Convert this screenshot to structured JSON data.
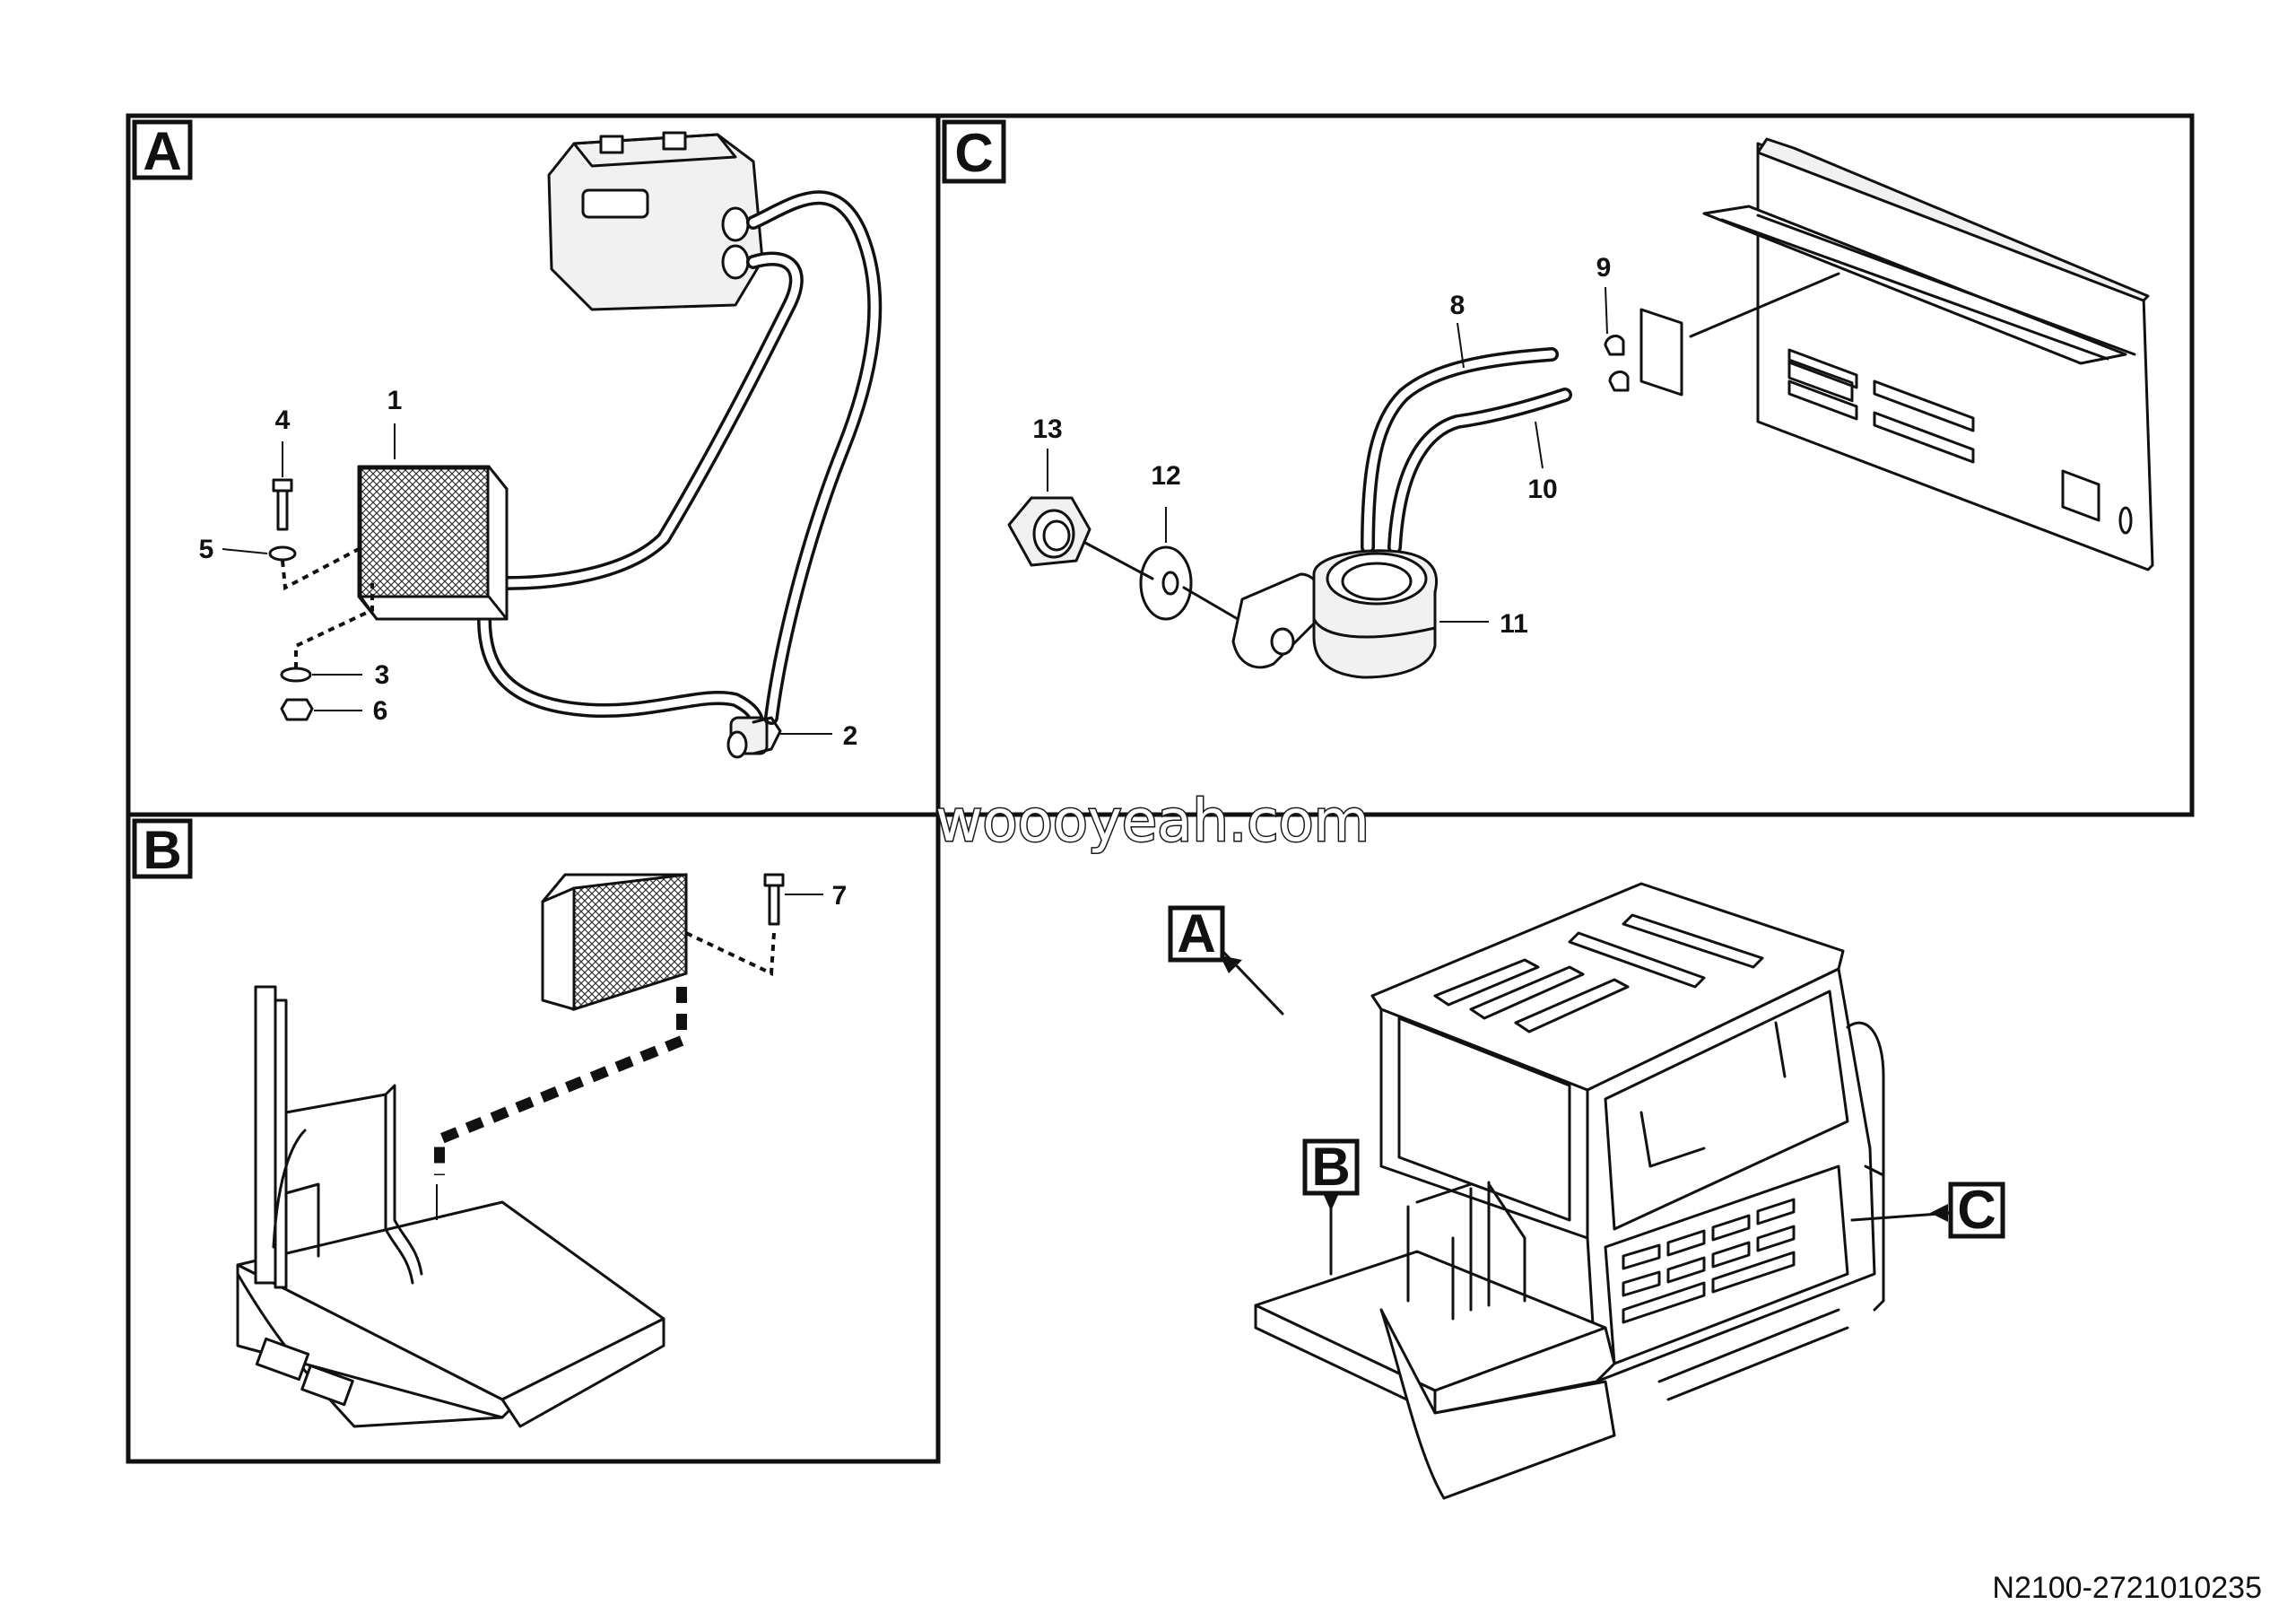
{
  "panels": {
    "A": {
      "letter": "A"
    },
    "B": {
      "letter": "B"
    },
    "C": {
      "letter": "C"
    }
  },
  "overview": {
    "label_a": "A",
    "label_b": "B",
    "label_c": "C"
  },
  "callouts": {
    "p1": "1",
    "p2": "2",
    "p3": "3",
    "p4": "4",
    "p5": "5",
    "p6": "6",
    "p7": "7",
    "p8": "8",
    "p9": "9",
    "p10": "10",
    "p11": "11",
    "p12": "12",
    "p13": "13"
  },
  "watermark": "woooyeah.com",
  "document_number": "N2100-2721010235"
}
